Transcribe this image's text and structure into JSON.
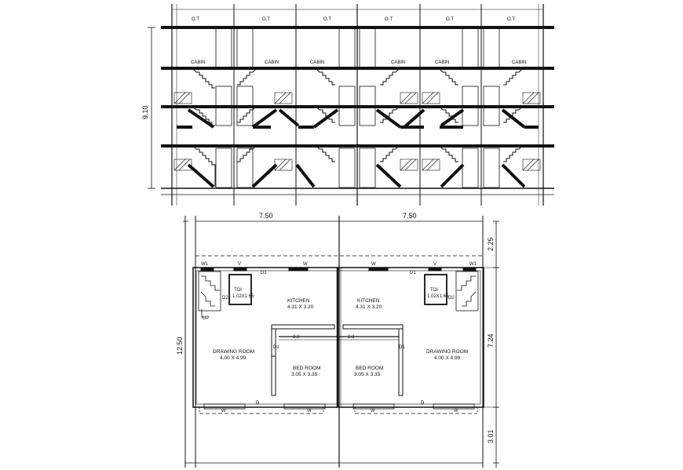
{
  "elevation": {
    "top_labels": [
      "O.T",
      "O.T",
      "O.T",
      "O.T",
      "O.T",
      "O.T"
    ],
    "cabin_labels": [
      "CABIN",
      "CABIN",
      "CABIN",
      "CABIN",
      "CABIN",
      "CABIN"
    ],
    "height_dim": "9.10"
  },
  "plan": {
    "top_dims": [
      "7.50",
      "7.50"
    ],
    "left_dim": "12.50",
    "right_dims": [
      "2.25",
      "7.24",
      "3.01"
    ],
    "left_unit": {
      "w1": "W1",
      "v": "V",
      "d1_top": "D1",
      "toi": "TOI",
      "toi_size": "1.02X1.65",
      "d2": "D2",
      "up": "UP",
      "w_top": "W",
      "kitchen": "KITCHEN",
      "kitchen_size": "4.31 X 3.20",
      "drawing": "DRAWING ROOM",
      "drawing_size": "4.00 X 4.99",
      "bed": "BED ROOM",
      "bed_size": "3.05 X 3.35",
      "d1_mid": "D1",
      "d23": "2.3",
      "w_bottom_a": "W",
      "d_bottom": "D",
      "w_bottom_b": "W"
    },
    "right_unit": {
      "w1": "W1",
      "v": "V",
      "d1_top": "D1",
      "toi": "TOI",
      "toi_size": "1.02X1.65",
      "d2": "D2",
      "w_top": "W",
      "kitchen": "KITCHEN",
      "kitchen_size": "4.31 X 3.20",
      "drawing": "DRAWING ROOM",
      "drawing_size": "4.00 X 4.99",
      "bed": "BED ROOM",
      "bed_size": "3.05 X 3.35",
      "d1_mid": "D1",
      "d23": "2.3",
      "w_bottom_a": "W",
      "d_bottom": "D",
      "w_bottom_b": "W"
    }
  }
}
